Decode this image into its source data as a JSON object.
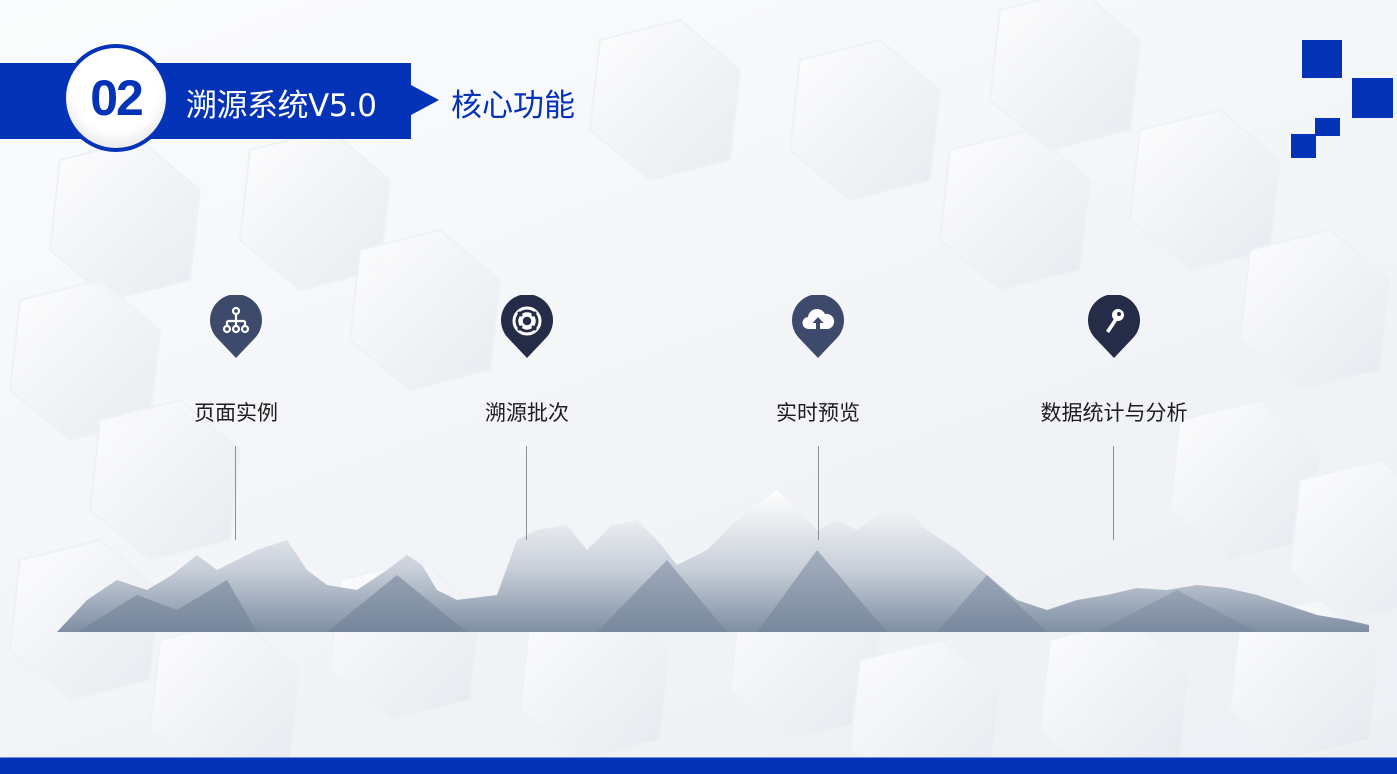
{
  "header": {
    "section_number": "02",
    "title": "溯源系统V5.0",
    "subtitle": "核心功能"
  },
  "colors": {
    "brand_blue": "#0433b8",
    "pin_dark": "#3d4a6b",
    "pin_darker": "#252c47"
  },
  "features": [
    {
      "label": "页面实例",
      "icon": "hierarchy-icon"
    },
    {
      "label": "溯源批次",
      "icon": "lifebuoy-icon"
    },
    {
      "label": "实时预览",
      "icon": "cloud-upload-icon"
    },
    {
      "label": "数据统计与分析",
      "icon": "key-icon"
    }
  ]
}
